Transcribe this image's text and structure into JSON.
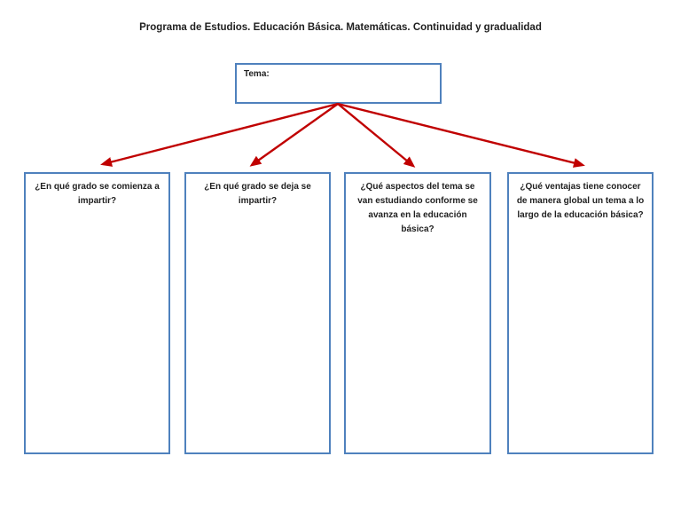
{
  "page": {
    "title": "Programa de Estudios. Educación Básica. Matemáticas. Continuidad y gradualidad"
  },
  "tema": {
    "label": "Tema:"
  },
  "question_boxes": [
    {
      "question": "¿En qué grado se comienza a impartir?"
    },
    {
      "question": "¿En qué grado se deja se impartir?"
    },
    {
      "question": "¿Qué aspectos del tema se van estudiando conforme se avanza en la educación básica?"
    },
    {
      "question": "¿Qué ventajas tiene conocer de manera global un tema a lo largo de la educación básica?"
    }
  ],
  "colors": {
    "box_border": "#4f81bd",
    "arrow": "#c00000",
    "text": "#1f1f1f",
    "background": "#ffffff"
  }
}
